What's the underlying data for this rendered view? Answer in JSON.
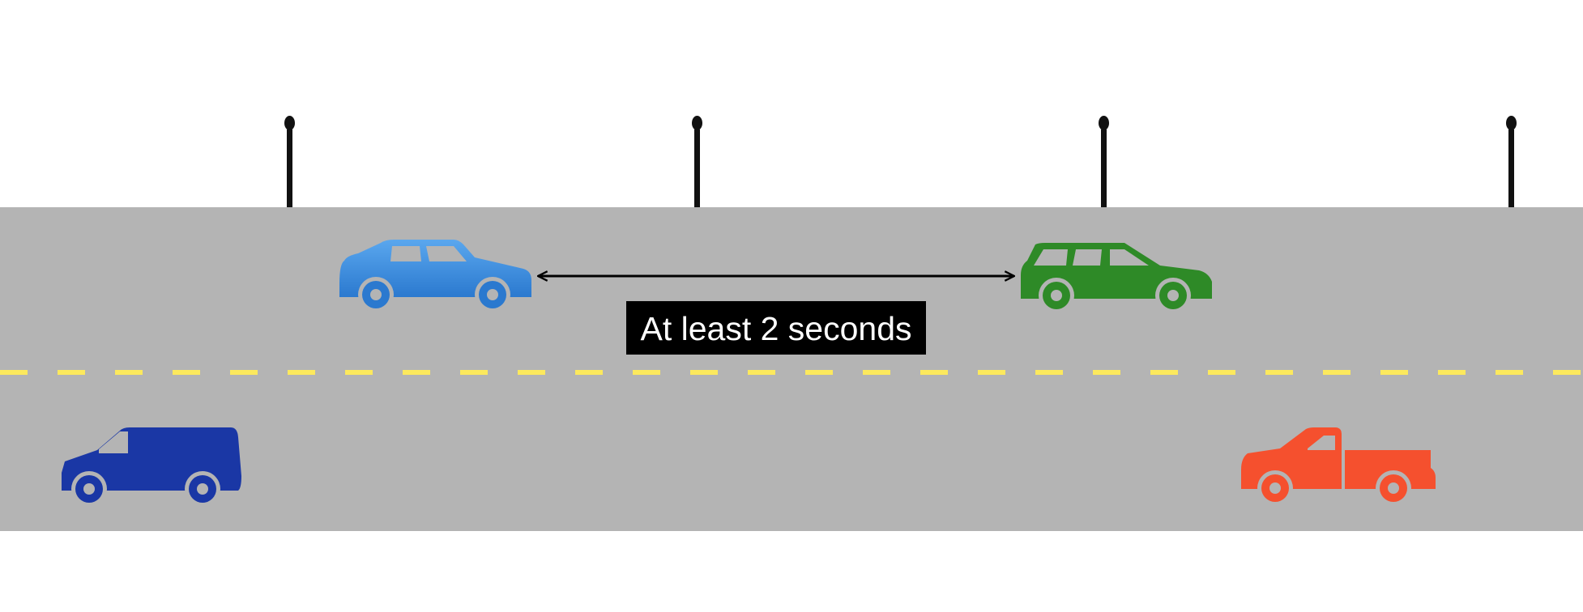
{
  "scene": {
    "background": "#ffffff",
    "road_color": "#b4b4b4",
    "center_line_color": "#fce95d",
    "post_color": "#111111",
    "post_count": 4
  },
  "gap_label": {
    "text": "At least 2 seconds",
    "background": "#000000",
    "color": "#ffffff"
  },
  "vehicles": {
    "following_car": {
      "icon": "sedan-icon",
      "color": "#3a8ee0",
      "lane": "top"
    },
    "leading_car": {
      "icon": "station-wagon-icon",
      "color": "#2e8a27",
      "lane": "top"
    },
    "van": {
      "icon": "van-icon",
      "color": "#1a37a5",
      "lane": "bottom"
    },
    "pickup": {
      "icon": "pickup-truck-icon",
      "color": "#f5502e",
      "lane": "bottom"
    }
  }
}
